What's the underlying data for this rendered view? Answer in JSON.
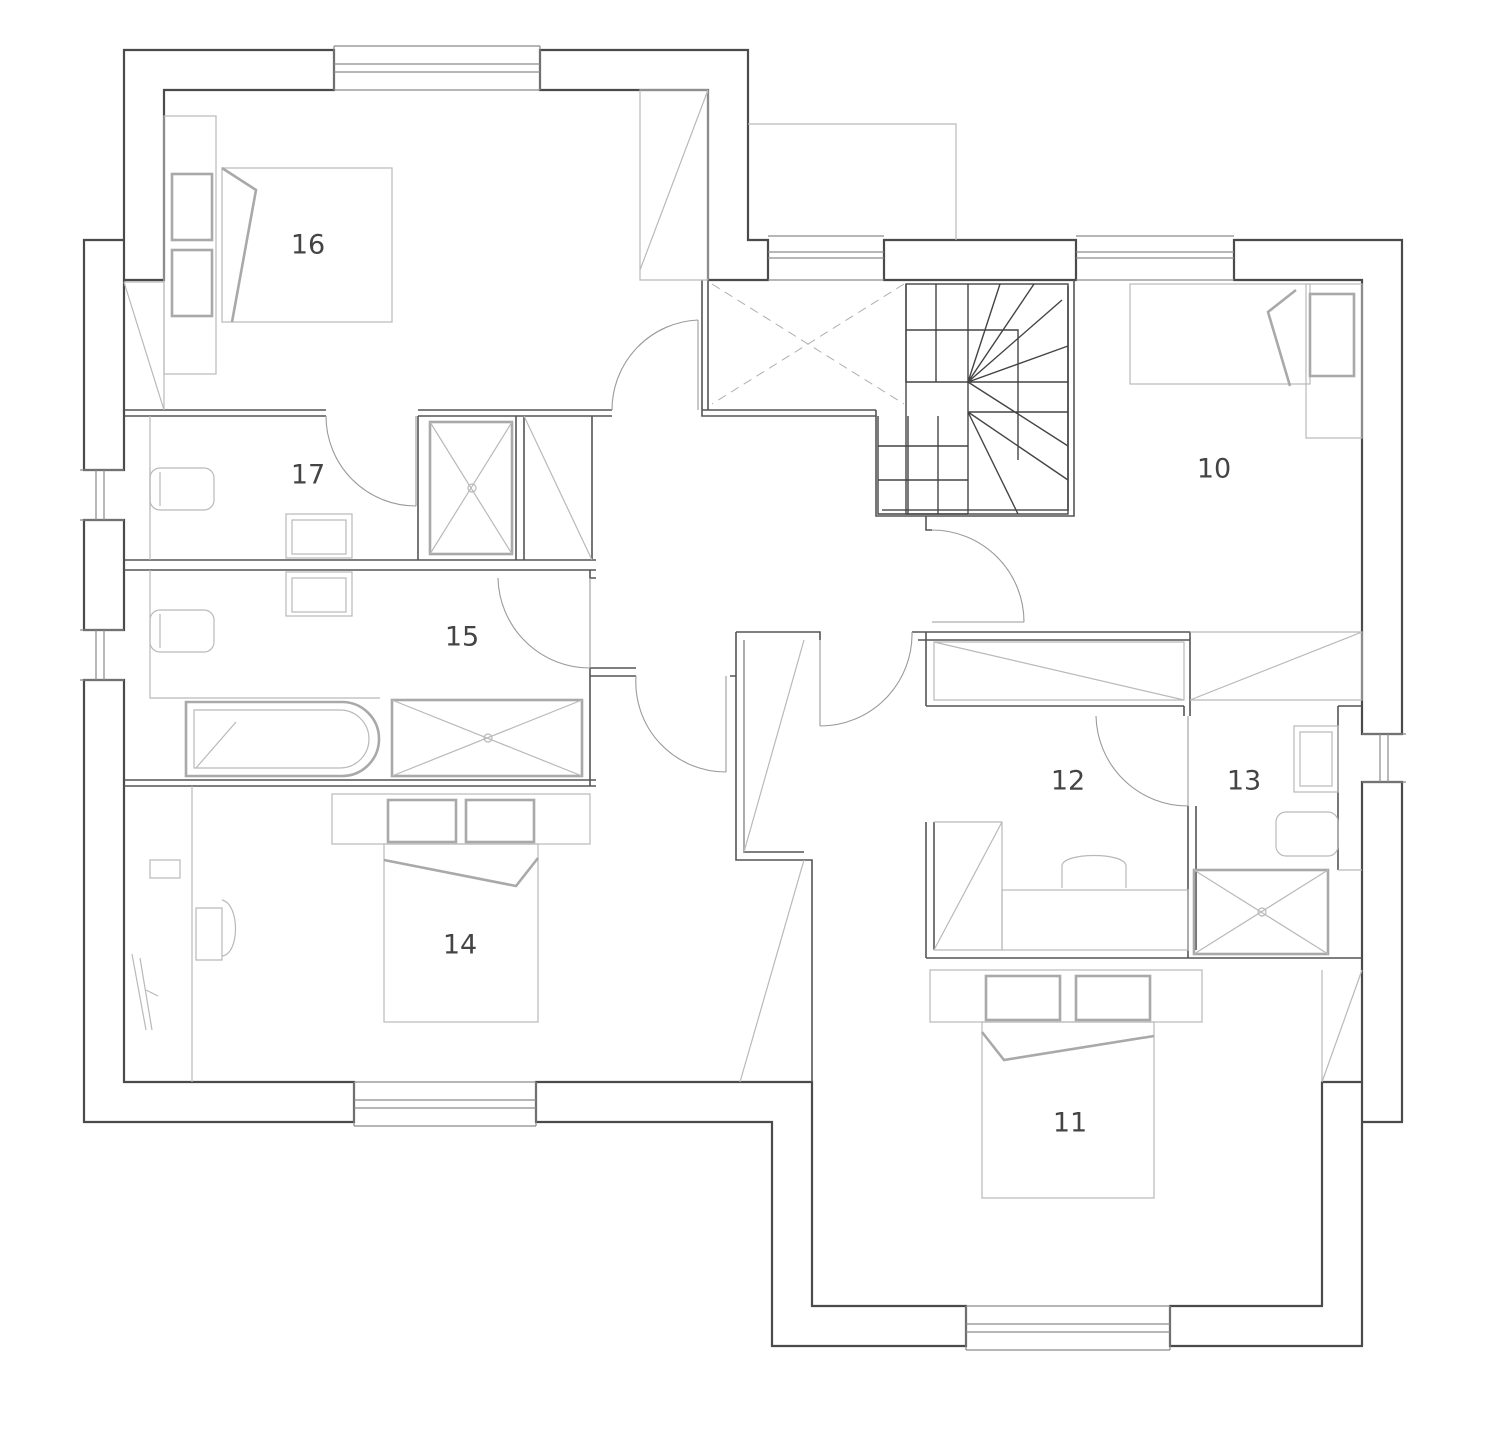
{
  "rooms": [
    {
      "id": "room-10",
      "label": "10"
    },
    {
      "id": "room-11",
      "label": "11"
    },
    {
      "id": "room-12",
      "label": "12"
    },
    {
      "id": "room-13",
      "label": "13"
    },
    {
      "id": "room-14",
      "label": "14"
    },
    {
      "id": "room-15",
      "label": "15"
    },
    {
      "id": "room-16",
      "label": "16"
    },
    {
      "id": "room-17",
      "label": "17"
    }
  ],
  "colors": {
    "wall": "#4a4a4a",
    "furniture": "#b9b9b9",
    "label": "#444444",
    "background": "#ffffff"
  }
}
